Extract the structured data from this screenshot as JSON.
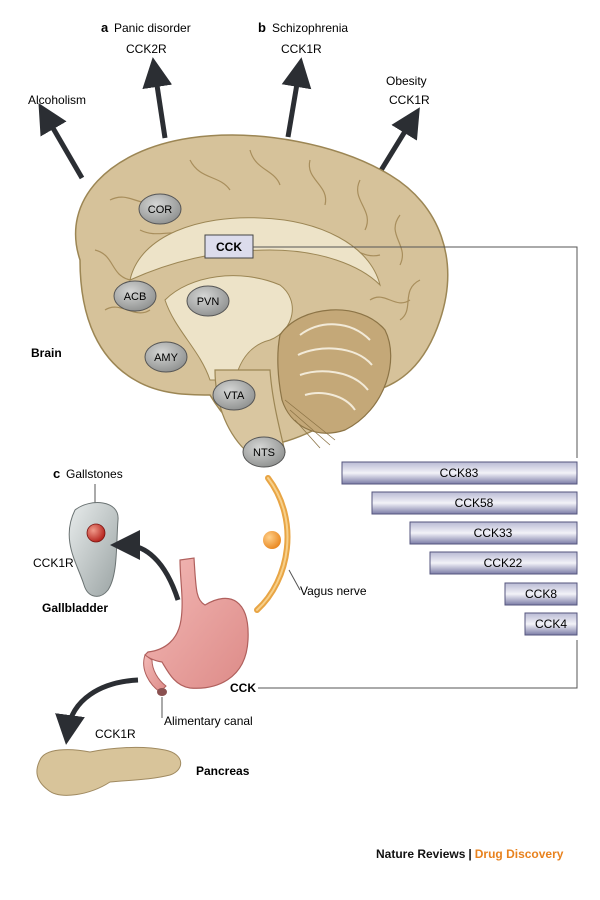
{
  "labels": {
    "a_letter": "a",
    "panic_disorder": "Panic disorder",
    "a_receptor": "CCK2R",
    "b_letter": "b",
    "schizophrenia": "Schizophrenia",
    "b_receptor": "CCK1R",
    "alcoholism": "Alcoholism",
    "obesity": "Obesity",
    "obesity_receptor": "CCK1R",
    "brain": "Brain",
    "cck_brain": "CCK",
    "c_letter": "c",
    "gallstones": "Gallstones",
    "gallbladder_receptor": "CCK1R",
    "gallbladder": "Gallbladder",
    "vagus_nerve": "Vagus nerve",
    "cck_gut": "CCK",
    "alimentary_canal": "Alimentary canal",
    "pancreas_receptor": "CCK1R",
    "pancreas": "Pancreas"
  },
  "brain_regions": [
    "COR",
    "ACB",
    "PVN",
    "AMY",
    "VTA",
    "NTS"
  ],
  "cck_forms": [
    "CCK83",
    "CCK58",
    "CCK33",
    "CCK22",
    "CCK8",
    "CCK4"
  ],
  "footer": {
    "journal": "Nature Reviews",
    "separator": "|",
    "subtitle": "Drug Discovery"
  },
  "colors": {
    "brain": "#d6c29a",
    "brain_inner": "#ede3c8",
    "region": "#a9aaa9",
    "bar": "#7b7ca6",
    "stomach": "#e9a1a1",
    "nerve": "#e8a545",
    "accent": "#e8821e"
  }
}
